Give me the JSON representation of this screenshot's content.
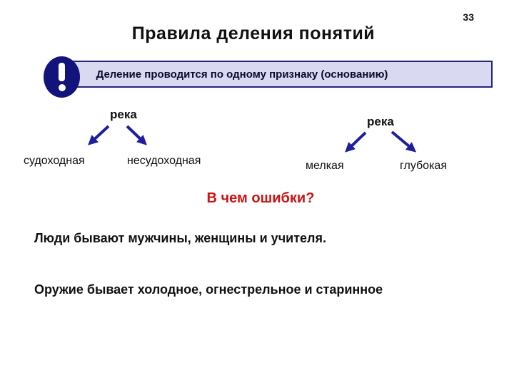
{
  "page_number": "33",
  "title": "Правила деления понятий",
  "banner": {
    "icon": "exclamation",
    "text": "Деление проводится по одному признаку (основанию)"
  },
  "trees": [
    {
      "root": "река",
      "children": [
        "судоходная",
        "несудоходная"
      ]
    },
    {
      "root": "река",
      "children": [
        "мелкая",
        "глубокая"
      ]
    }
  ],
  "question": "В чем ошибки?",
  "examples": [
    "Люди бывают мужчины, женщины и учителя.",
    "Оружие бывает холодное, огнестрельное и старинное"
  ],
  "colors": {
    "banner_fill": "#d9d9f2",
    "banner_border": "#26267a",
    "icon_navy": "#13137c",
    "arrow_blue": "#1e1e9e",
    "question_red": "#cc1414",
    "text_black": "#111111",
    "background": "#ffffff"
  }
}
